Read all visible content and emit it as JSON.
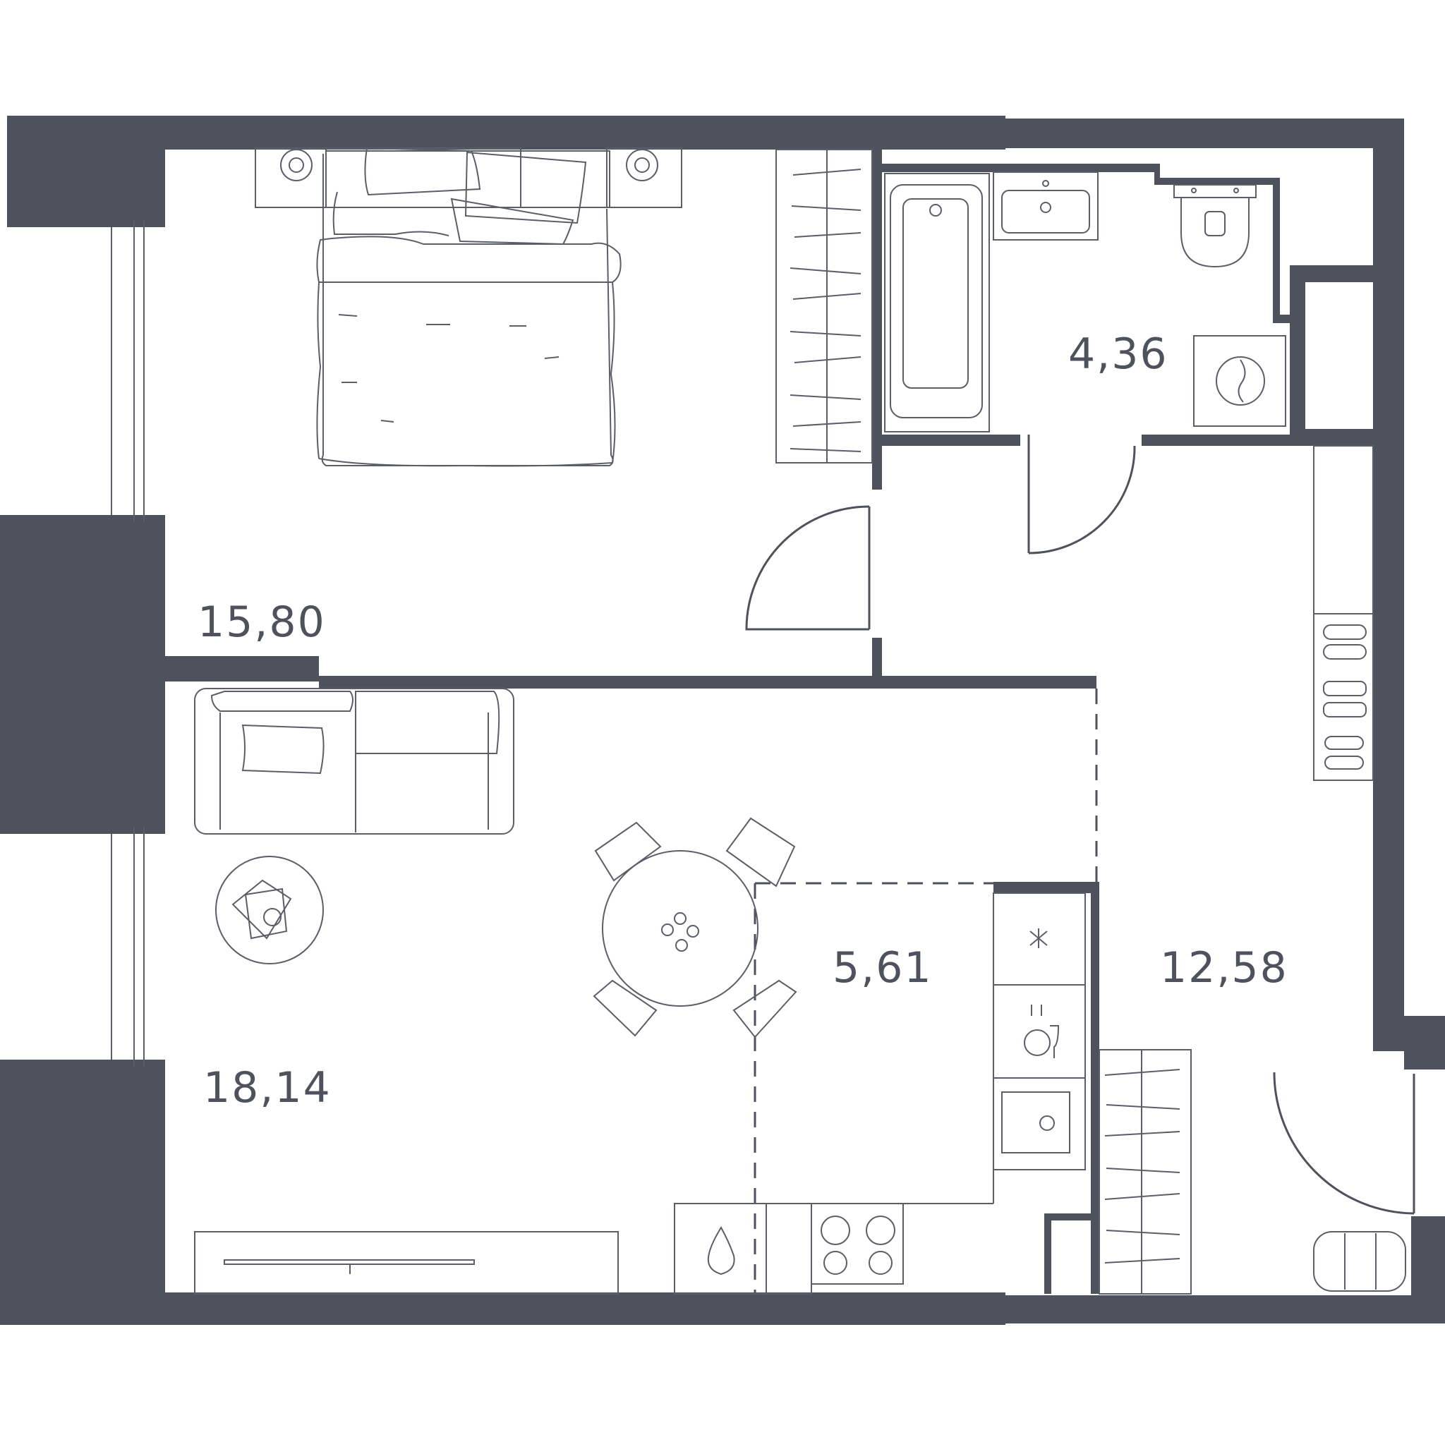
{
  "rooms": [
    {
      "id": "bedroom",
      "area": "15,80"
    },
    {
      "id": "bathroom",
      "area": "4,36"
    },
    {
      "id": "living-room",
      "area": "18,14"
    },
    {
      "id": "kitchen",
      "area": "5,61"
    },
    {
      "id": "hallway",
      "area": "12,58"
    }
  ],
  "colors": {
    "wall": "#4e525c",
    "line": "#5a5e68",
    "background": "#ffffff"
  }
}
